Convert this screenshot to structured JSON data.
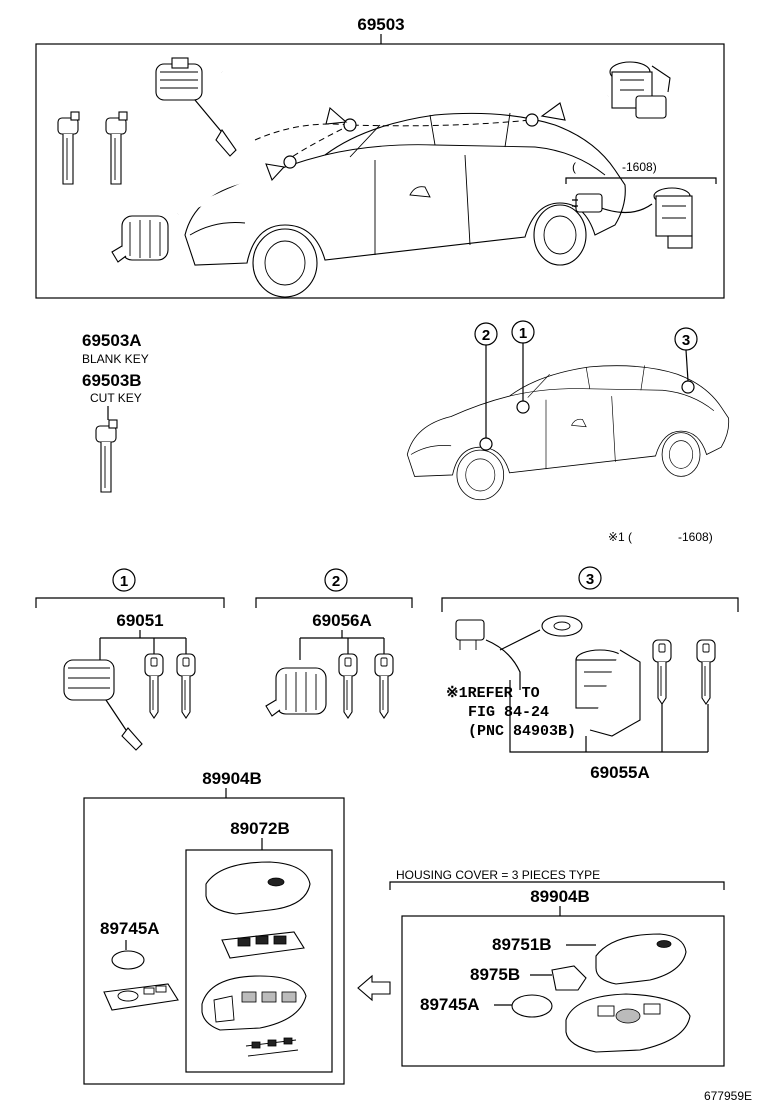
{
  "top_section": {
    "part_number": "69503"
  },
  "top_note": {
    "open": "(",
    "range": "-1608)"
  },
  "keys_left": {
    "blank_number": "69503A",
    "blank_label": "BLANK KEY",
    "cut_number": "69503B",
    "cut_label": "CUT KEY"
  },
  "locations": {
    "one": "1",
    "two": "2",
    "three": "3"
  },
  "car_note": {
    "mark": "※1",
    "open": "(",
    "range": "-1608)"
  },
  "groups": [
    {
      "index": "1",
      "part_number": "69051"
    },
    {
      "index": "2",
      "part_number": "69056A"
    },
    {
      "index": "3",
      "part_number": "69055A"
    }
  ],
  "refer_note": {
    "line1": "※1REFER TO",
    "line2": "FIG 84-24",
    "line3": "(PNC 84903B)"
  },
  "transmitter_left": {
    "part_number": "89904B",
    "housing_number": "89072B",
    "battery_number": "89745A"
  },
  "transmitter_right": {
    "heading": "HOUSING COVER = 3 PIECES TYPE",
    "part_number": "89904B",
    "cover_number": "89751B",
    "piece_number": "8975B",
    "battery_number": "89745A"
  },
  "illustration_id": "677959E"
}
